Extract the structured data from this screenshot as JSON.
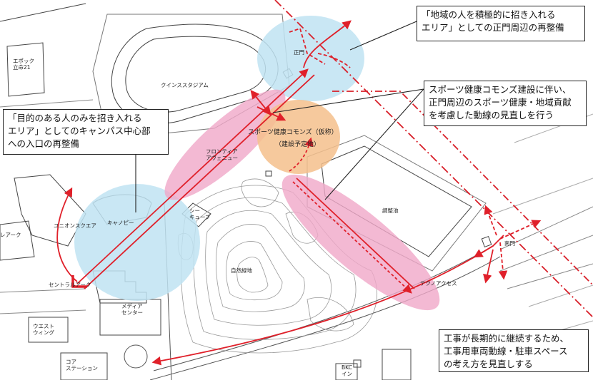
{
  "labels": {
    "epoch21": "エポック\n立命21",
    "queens_stadium": "クインススタジアム",
    "seimon": "正門",
    "sports_commons": "スポーツ健康コモンズ（仮称）",
    "planned_site": "（建設予定地）",
    "frontier_avenue": "フロンティア\nアヴェニュー",
    "adjustment_pond": "調整池",
    "union_square": "ユニオンスクエア",
    "canopy": "キャノピー",
    "cube": "シー\nキューブ",
    "central_arc": "セントラルアーク",
    "natural_green": "自然緑地",
    "techno_access": "テクノアクセス",
    "minami_mon": "南門",
    "media_center": "メディア\nセンター",
    "west_wing": "ウエスト\nウィング",
    "core_station": "コア\nステーション",
    "bkc_inn": "BKC\nイン",
    "arc_left": "レアーク"
  },
  "callouts": {
    "top_right": "「地域の人を積極的に招き入れる\nエリア」としての正門周辺の再整備",
    "sports": "スポーツ健康コモンズ建設に伴い、\n正門周辺のスポーツ健康・地域貢献\nを考慮した動線の見直しを行う",
    "campus_center": "「目的のある人のみを招き入れる\nエリア」としてのキャンパス中心部\nへの入口の再整備",
    "construction": "工事が長期的に継続するため、\n工事用車両動線・駐車スペース\nの考え方を見直しする"
  },
  "colors": {
    "blue_zone": "#bfe3f2",
    "pink_zone": "#f0a8c8",
    "orange_zone": "#f5c08c",
    "route_red": "#e0202a",
    "boundary": "#d8202a",
    "building_line": "#333333",
    "contour": "#9a9a9a"
  }
}
